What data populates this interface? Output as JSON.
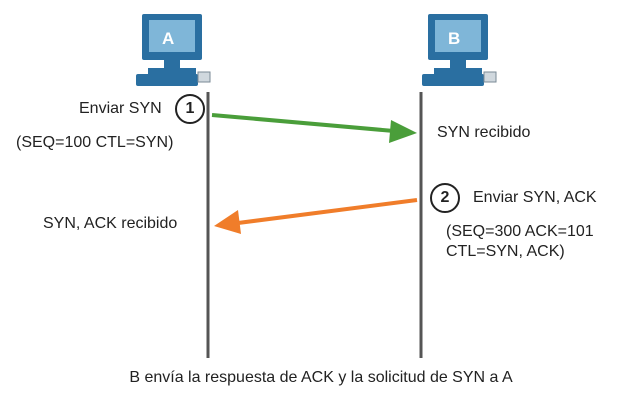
{
  "hosts": {
    "a": {
      "label": "A"
    },
    "b": {
      "label": "B"
    }
  },
  "steps": {
    "step1": {
      "number": "1",
      "action": "Enviar SYN",
      "fields": "(SEQ=100 CTL=SYN)",
      "received": "SYN recibido",
      "arrow_color": "#4a9e3a"
    },
    "step2": {
      "number": "2",
      "action": "Enviar SYN, ACK",
      "fields_line1": "(SEQ=300 ACK=101",
      "fields_line2": "CTL=SYN, ACK)",
      "received": "SYN, ACK recibido",
      "arrow_color": "#f07d2a"
    }
  },
  "caption": "B envía la respuesta de ACK y la solicitud de SYN a A",
  "colors": {
    "monitor_body": "#2a6fa1",
    "monitor_screen": "#7fb6d8",
    "timeline": "#555555"
  }
}
